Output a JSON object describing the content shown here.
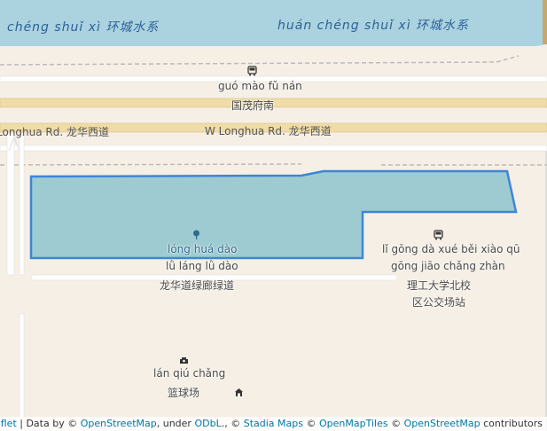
{
  "water_labels": [
    "chéng shuǐ xì 环城水系",
    "huán chéng shuǐ xì 环城水系"
  ],
  "roads": {
    "guomao_pinyin": "guó mào fǔ nán",
    "guomao_cn": "国茂府南",
    "longhua_west": "Longhua Rd. 龙华西道",
    "longhua_east": "W Longhua Rd. 龙华西道"
  },
  "park": {
    "name_pinyin": "lóng huá dào",
    "sub_pinyin": "lǜ láng lǜ dào",
    "name_cn": "龙华道绿廊绿道"
  },
  "bus_station": {
    "pinyin_line1": "lǐ gōng dà xué běi xiào qū",
    "pinyin_line2": "gōng jiāo chǎng zhàn",
    "cn_line1": "理工大学北校",
    "cn_line2": "区公交场站"
  },
  "basketball": {
    "pinyin": "lán qiú chǎng",
    "cn": "篮球场"
  },
  "icons": [
    "bus-icon",
    "bus-icon",
    "tree-icon",
    "basketball-icon",
    "shelter-icon"
  ],
  "colors": {
    "water": "#aad3df",
    "park": "#9ecbd1",
    "park_border": "#3d86d6",
    "road": "#efdca6",
    "land": "#f6efe5"
  },
  "attribution": {
    "leaflet": "Leaflet",
    "sep1": " | Data by © ",
    "osm": "OpenStreetMap",
    "under": ", under ",
    "odbl": "ODbL",
    "sep2": "., © ",
    "stadia": "Stadia Maps",
    "sep3": " © ",
    "omt": "OpenMapTiles",
    "sep4": " © ",
    "osm2": "OpenStreetMap",
    "contrib": " contributors"
  }
}
